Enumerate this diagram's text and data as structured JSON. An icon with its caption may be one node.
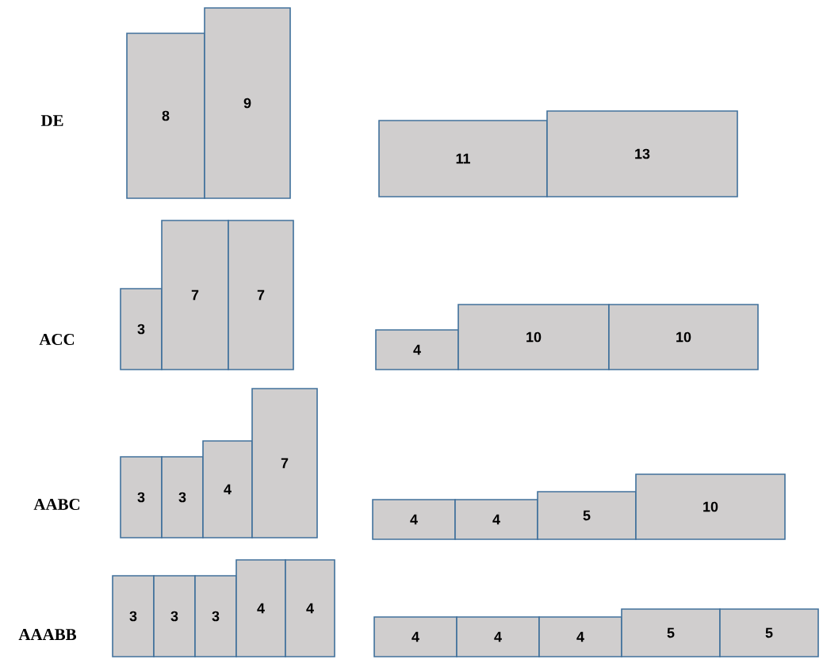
{
  "diagram": {
    "nodes": [
      {
        "text": [
          "8"
        ]
      },
      {
        "text": [
          "9"
        ]
      },
      {
        "text": [
          "11"
        ]
      },
      {
        "text": [
          "13"
        ]
      },
      {
        "text": [
          "3"
        ]
      },
      {
        "text": [
          "7"
        ]
      },
      {
        "text": [
          "7"
        ]
      },
      {
        "text": [
          "4"
        ]
      },
      {
        "text": [
          "10"
        ]
      },
      {
        "text": [
          "10"
        ]
      },
      {
        "text": [
          "3"
        ]
      },
      {
        "text": [
          "3"
        ]
      },
      {
        "text": [
          "4"
        ]
      },
      {
        "text": [
          "7"
        ]
      },
      {
        "text": [
          "4"
        ]
      },
      {
        "text": [
          "4"
        ]
      },
      {
        "text": [
          "5"
        ]
      },
      {
        "text": [
          "10"
        ]
      },
      {
        "text": [
          "3"
        ]
      },
      {
        "text": [
          "3"
        ]
      },
      {
        "text": [
          "3"
        ]
      },
      {
        "text": [
          "4"
        ]
      },
      {
        "text": [
          "4"
        ]
      },
      {
        "text": [
          "4"
        ]
      },
      {
        "text": [
          "4"
        ]
      },
      {
        "text": [
          "4"
        ]
      },
      {
        "text": [
          "5"
        ]
      },
      {
        "text": [
          "5"
        ]
      }
    ],
    "labels": [
      "DE",
      "ACC",
      "AABC",
      "AAABB"
    ]
  }
}
